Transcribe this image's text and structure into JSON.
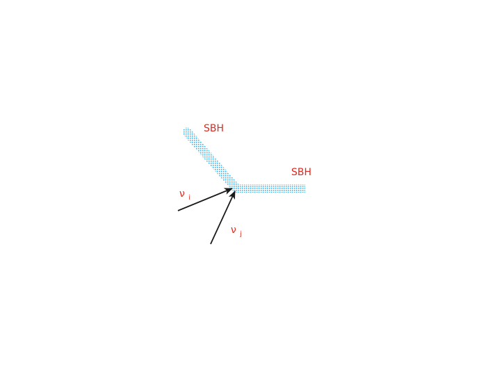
{
  "diagram": {
    "labels": {
      "sbh_upper": "SBH",
      "sbh_right": "SBH",
      "nu_i_symbol": "ν",
      "nu_i_subscript": "i",
      "nu_j_symbol": "ν",
      "nu_j_subscript": "j"
    },
    "colors": {
      "label": "#e0281e",
      "beam": "#3fb3e6",
      "arrow": "#1a1a1a",
      "background": "#ffffff"
    }
  }
}
